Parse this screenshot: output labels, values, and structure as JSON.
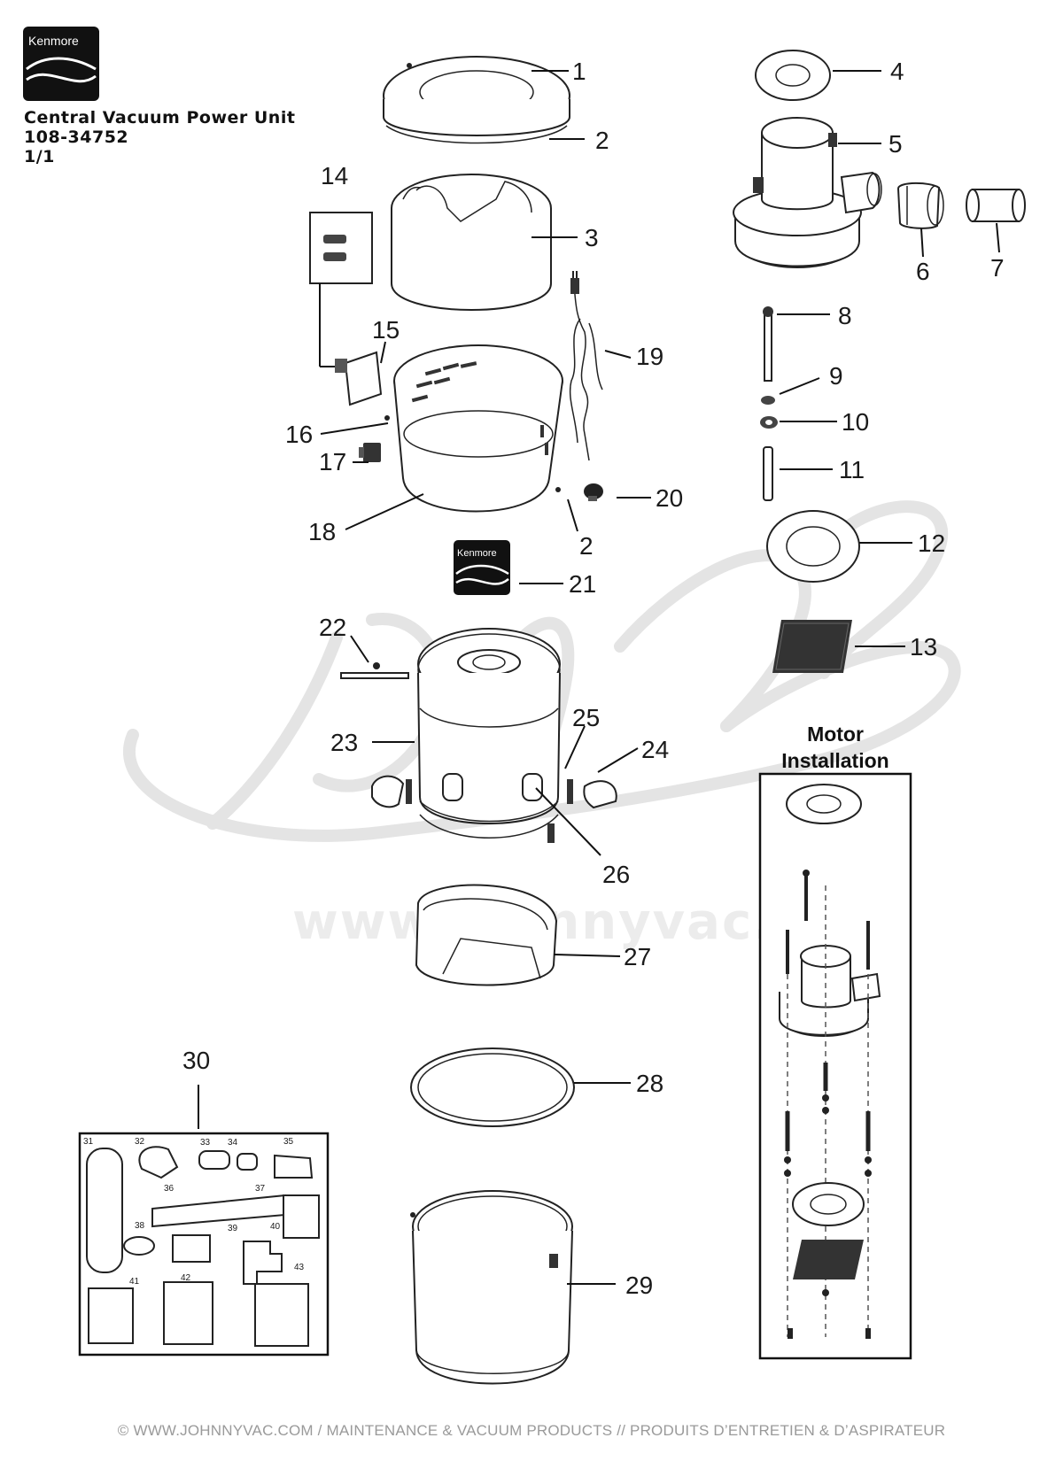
{
  "brand": {
    "logo_text": "Kenmore"
  },
  "header": {
    "title": "Central Vacuum Power Unit",
    "model": "108-34752",
    "page": "1/1"
  },
  "watermark": {
    "url": "www.johnnyvac.com"
  },
  "motor_installation": {
    "title_line1": "Motor",
    "title_line2": "Installation"
  },
  "part_labels": {
    "p1": "1",
    "p2a": "2",
    "p2b": "2",
    "p3": "3",
    "p4": "4",
    "p5": "5",
    "p6": "6",
    "p7": "7",
    "p8": "8",
    "p9": "9",
    "p10": "10",
    "p11": "11",
    "p12": "12",
    "p13": "13",
    "p14": "14",
    "p15": "15",
    "p16": "16",
    "p17": "17",
    "p18": "18",
    "p19": "19",
    "p20": "20",
    "p21": "21",
    "p22": "22",
    "p23": "23",
    "p24": "24",
    "p25": "25",
    "p26": "26",
    "p27": "27",
    "p28": "28",
    "p29": "29",
    "p30": "30"
  },
  "kit_labels": {
    "k31": "31",
    "k32": "32",
    "k33": "33",
    "k34": "34",
    "k35": "35",
    "k36": "36",
    "k37": "37",
    "k38": "38",
    "k39": "39",
    "k40": "40",
    "k41": "41",
    "k42": "42",
    "k43": "43"
  },
  "footer": {
    "text": "© WWW.JOHNNYVAC.COM / MAINTENANCE & VACUUM PRODUCTS  //  PRODUITS D’ENTRETIEN & D’ASPIRATEUR"
  }
}
